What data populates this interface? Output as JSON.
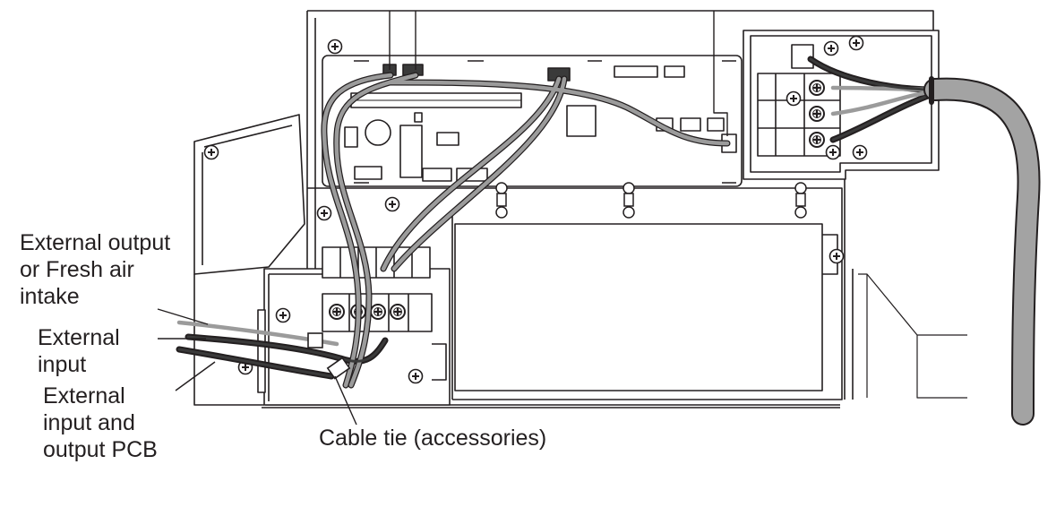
{
  "labels": {
    "external_output": "External output\nor Fresh air\nintake",
    "external_input": "External\ninput",
    "io_pcb": "External\ninput and\noutput PCB",
    "cable_tie": "Cable tie (accessories)"
  },
  "icons": {
    "screw": "screw-icon",
    "terminal_screw": "terminal-screw-icon"
  },
  "colors": {
    "line": "#231f20",
    "wire_gray": "#7d7d7d",
    "wire_dark": "#3a3a3a",
    "cable_gray": "#9b9b9b"
  }
}
